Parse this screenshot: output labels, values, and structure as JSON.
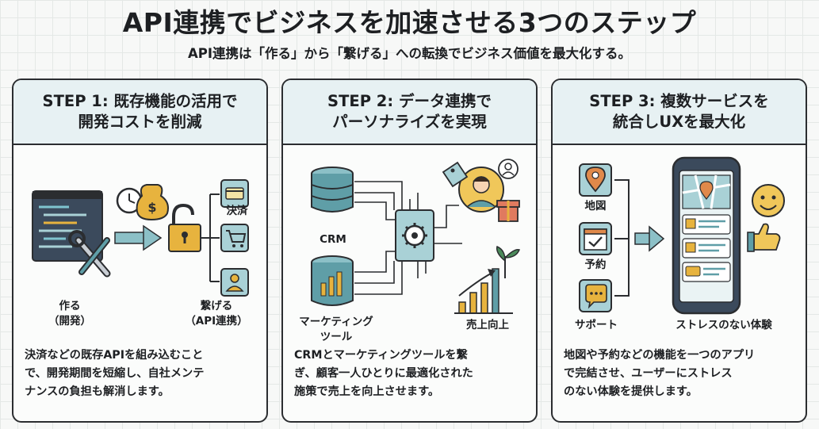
{
  "header": {
    "title": "API連携でビジネスを加速させる3つのステップ",
    "subtitle": "API連携は「作る」から「繋げる」への転換でビジネス価値を最大化する。"
  },
  "steps": [
    {
      "title": "STEP 1: 既存機能の活用で\n開発コストを削減",
      "labels": {
        "left": "作る\n（開発）",
        "right": "繋げる\n（API連携）",
        "payment": "決済"
      },
      "icons": [
        "code-window-icon",
        "wrench-icon",
        "clock-icon",
        "money-bag-icon",
        "arrow-right-icon",
        "unlock-icon",
        "card-icon",
        "cart-icon",
        "person-icon"
      ],
      "description": "決済などの既存APIを組み込むこと\nで、開発期間を短縮し、自社メンテ\nナンスの負担も解消します。"
    },
    {
      "title": "STEP 2: データ連携で\nパーソナライズを実現",
      "labels": {
        "crm": "CRM",
        "marketing": "マーケティング\nツール",
        "sales": "売上向上"
      },
      "icons": [
        "database-icon",
        "chart-database-icon",
        "chip-gear-icon",
        "customer-icon",
        "tag-icon",
        "gift-icon",
        "growth-chart-icon"
      ],
      "description": "CRMとマーケティングツールを繋\nぎ、顧客一人ひとりに最適化された\n施策で売上を向上させます。"
    },
    {
      "title": "STEP 3: 複数サービスを\n統合しUXを最大化",
      "labels": {
        "map": "地図",
        "booking": "予約",
        "support": "サポート",
        "result": "ストレスのない体験"
      },
      "icons": [
        "map-pin-icon",
        "calendar-check-icon",
        "chat-icon",
        "arrow-right-icon",
        "smartphone-app-icon",
        "smiley-icon",
        "thumbs-up-icon"
      ],
      "description": "地図や予約などの機能を一つのアプリ\nで完結させ、ユーザーにストレス\nのない体験を提供します。"
    }
  ],
  "colors": {
    "teal": "#5f9ea7",
    "teal_light": "#a9d1d6",
    "gold": "#e7b33e",
    "ink": "#2b2d30",
    "orange": "#e0894a",
    "green": "#4b8a5a"
  }
}
